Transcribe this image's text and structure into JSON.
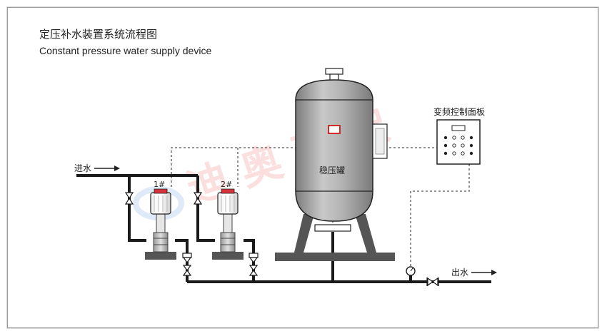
{
  "title": {
    "zh": "定压补水装置系统流程图",
    "en": "Constant pressure water supply device"
  },
  "labels": {
    "inlet": "进水",
    "outlet": "出水",
    "tank": "稳压罐",
    "control_panel": "变频控制面板",
    "pump1": "1#",
    "pump2": "2#"
  },
  "colors": {
    "pipe": "#1a1a1a",
    "tank_body": "#9d9d9d",
    "base": "#555555",
    "indicator": "#d22b2b",
    "watermark": "#e8403a"
  },
  "icons": [
    "arrow-right-icon",
    "gate-valve-icon",
    "check-valve-icon",
    "pressure-gauge-icon"
  ]
}
